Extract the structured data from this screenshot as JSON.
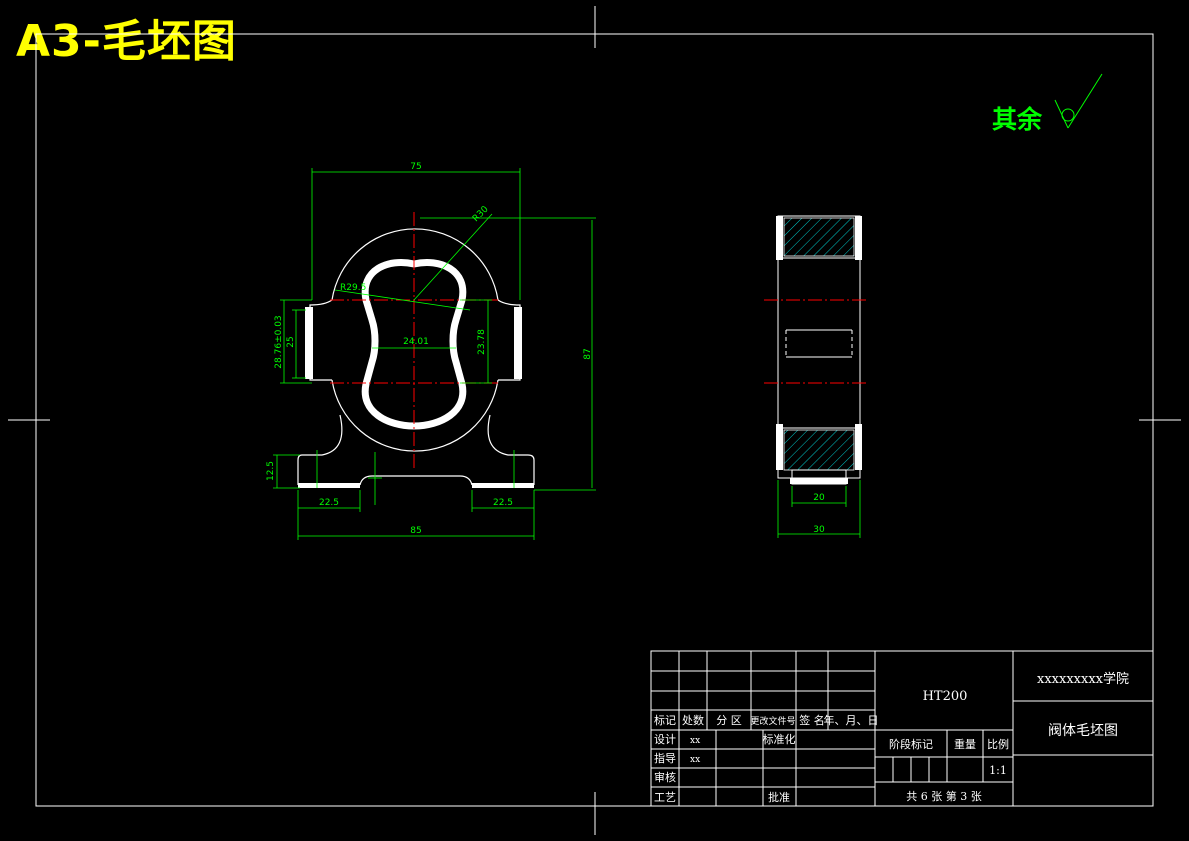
{
  "sheet_title": "A3-毛坯图",
  "surface_note": "其余",
  "dimensions": {
    "width_top": "75",
    "radius_big": "R30",
    "radius_small": "R29.5",
    "height_total": "87",
    "bore_dist": "24.01",
    "bore_height": "23.78",
    "left_tol": "28.76±0.03",
    "left_inner": "25",
    "base_h": "12.5",
    "base_left": "22.5",
    "base_right": "22.5",
    "base_width": "85",
    "side_inner": "20",
    "side_width": "30"
  },
  "title_block": {
    "material": "HT200",
    "school": "xxxxxxxxx学院",
    "drawing_name": "阀体毛坯图",
    "header_row": [
      "标记",
      "处数",
      "分 区",
      "更改文件号",
      "签 名",
      "年、月、日"
    ],
    "design_label": "设计",
    "design_value": "xx",
    "standard_label": "标准化",
    "guide_label": "指导",
    "guide_value": "xx",
    "review_label": "审核",
    "process_label": "工艺",
    "approve_label": "批准",
    "stage_label": "阶段标记",
    "weight_label": "重量",
    "scale_label": "比例",
    "scale_value": "1:1",
    "sheet_total": "共 6 张 第 3 张"
  },
  "colors": {
    "frame": "#ffffff",
    "dimension": "#00ff00",
    "centerline": "#ff0000",
    "title": "#ffff00",
    "hatch": "#00c8c8"
  }
}
